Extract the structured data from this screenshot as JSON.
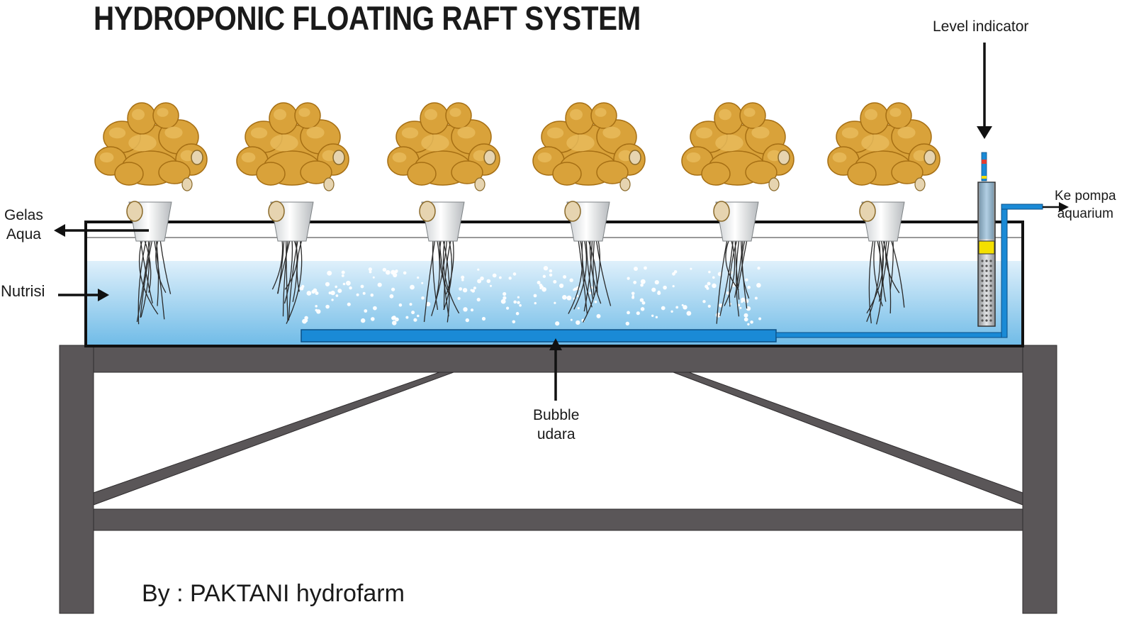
{
  "title": "HYDROPONIC FLOATING RAFT SYSTEM",
  "credit": "By : PAKTANI hydrofarm",
  "labels": {
    "level_indicator": "Level indicator",
    "gelas_line1": "Gelas",
    "gelas_line2": "Aqua",
    "nutrisi": "Nutrisi",
    "pompa_line1": "Ke pompa",
    "pompa_line2": "aquarium",
    "bubble_line1": "Bubble",
    "bubble_line2": "udara"
  },
  "plants": {
    "count": 6,
    "kind": "ginger-rhizome"
  },
  "colors": {
    "rhizome": "#d9a23a",
    "rhizome_dark": "#a66f14",
    "water_top": "#d8ecfa",
    "water_bottom": "#74bde8",
    "air_pipe": "#1a8ad6",
    "table": "#5a5658",
    "outline": "#111111",
    "level_float": "#f4e000"
  }
}
